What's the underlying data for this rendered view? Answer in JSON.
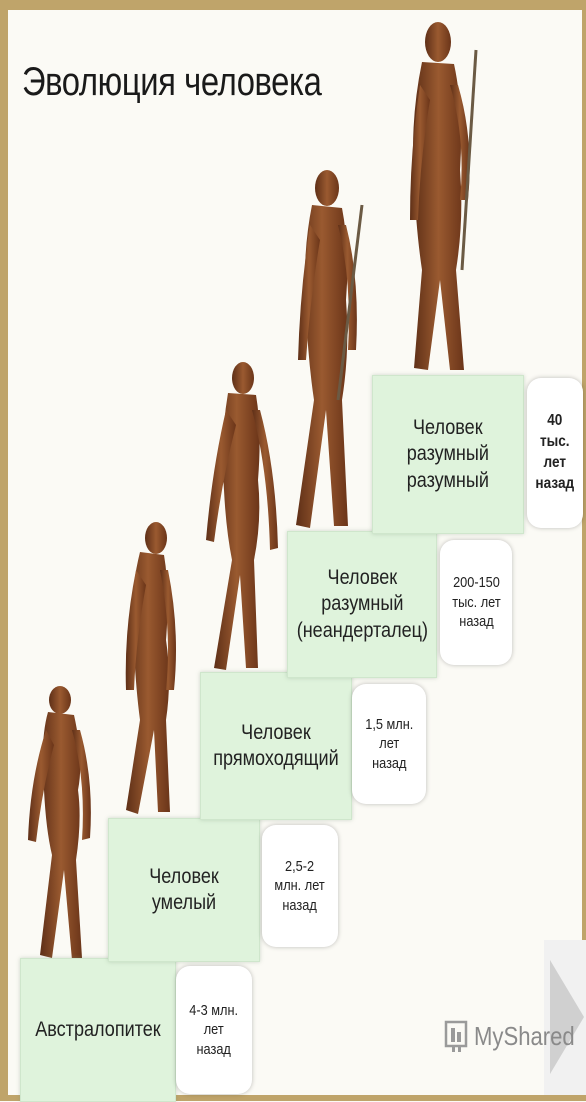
{
  "title": "Эволюция человека",
  "steps": [
    {
      "name": "Австралопитек",
      "period": "4-3 млн.\nлет\nназад"
    },
    {
      "name": "Человек умелый",
      "period": "2,5-2\nмлн. лет\nназад"
    },
    {
      "name": "Человек\nпрямоходящий",
      "period": "1,5 млн.\nлет\nназад"
    },
    {
      "name": "Человек\nразумный\n(неандерталец)",
      "period": "200-150\nтыс. лет\nназад"
    },
    {
      "name": "Человек\nразумный\nразумный",
      "period": "40\nтыс.\nлет\nназад"
    }
  ],
  "watermark": "MyShared",
  "colors": {
    "step_fill": "#dff3dc",
    "skin": "#8a4a26",
    "border": "#bfa46a"
  }
}
